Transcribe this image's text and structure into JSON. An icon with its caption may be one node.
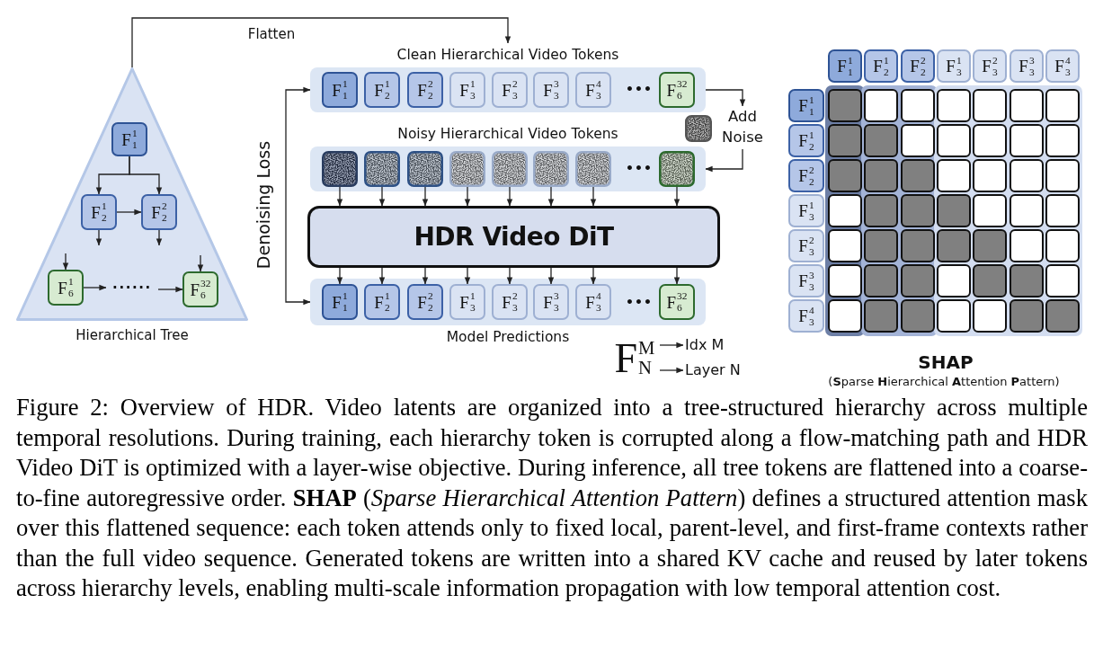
{
  "diagram": {
    "caption": "Figure 2: Overview of HDR. Video latents are organized into a tree-structured hierarchy across multiple temporal resolutions. During training, each hierarchy token is corrupted along a flow-matching path and HDR Video DiT is optimized with a layer-wise objective. During inference, all tree tokens are flattened into a coarse-to-fine autoregressive order. **SHAP** (*Sparse Hierarchical Attention Pattern*) defines a structured attention mask over this flattened sequence: each token attends only to fixed local, parent-level, and first-frame contexts rather than the full video sequence. Generated tokens are written into a shared KV cache and reused by later tokens across hierarchy levels, enabling multi-scale information propagation with low temporal attention cost.",
    "nodes": [
      {
        "text": [
          "Hierarchical Tree"
        ]
      },
      {
        "text": [
          "F$^{1}$$_{1}$"
        ],
        "in": 0
      },
      {
        "text": [
          "F$^{1}$$_{2}$"
        ],
        "in": 0
      },
      {
        "text": [
          "F$^{2}$$_{2}$"
        ],
        "in": 0
      },
      {
        "text": [
          "F$^{1}$$_{6}$"
        ],
        "in": 0
      },
      {
        "text": [
          "......"
        ],
        "in": 0
      },
      {
        "text": [
          "F$^{32}$$_{6}$"
        ],
        "in": 0
      },
      {
        "text": [
          "Clean Hierarchical Video Tokens"
        ]
      },
      {
        "text": [
          "F$^{1}$$_{1}$"
        ],
        "in": 7
      },
      {
        "text": [
          "F$^{1}$$_{2}$"
        ],
        "in": 7
      },
      {
        "text": [
          "F$^{2}$$_{2}$"
        ],
        "in": 7
      },
      {
        "text": [
          "F$^{1}$$_{3}$"
        ],
        "in": 7
      },
      {
        "text": [
          "F$^{2}$$_{3}$"
        ],
        "in": 7
      },
      {
        "text": [
          "F$^{3}$$_{3}$"
        ],
        "in": 7
      },
      {
        "text": [
          "F$^{4}$$_{3}$"
        ],
        "in": 7
      },
      {
        "text": [
          "F$^{32}$$_{6}$"
        ],
        "in": 7
      },
      {
        "text": [
          "Noisy Hierarchical Video Tokens"
        ]
      },
      {
        "text": [],
        "shape": "box",
        "in": 16
      },
      {
        "text": [],
        "shape": "box",
        "in": 16
      },
      {
        "text": [],
        "shape": "box",
        "in": 16
      },
      {
        "text": [],
        "shape": "box",
        "in": 16
      },
      {
        "text": [],
        "shape": "box",
        "in": 16
      },
      {
        "text": [],
        "shape": "box",
        "in": 16
      },
      {
        "text": [],
        "shape": "box",
        "in": 16
      },
      {
        "text": [],
        "shape": "box",
        "in": 16
      },
      {
        "text": [
          "Add Noise"
        ]
      },
      {
        "text": [
          "HDR Video DiT"
        ]
      },
      {
        "text": [
          "Model Predictions"
        ]
      },
      {
        "text": [
          "F$^{1}$$_{1}$"
        ],
        "in": 27
      },
      {
        "text": [
          "F$^{1}$$_{2}$"
        ],
        "in": 27
      },
      {
        "text": [
          "F$^{2}$$_{2}$"
        ],
        "in": 27
      },
      {
        "text": [
          "F$^{1}$$_{3}$"
        ],
        "in": 27
      },
      {
        "text": [
          "F$^{2}$$_{3}$"
        ],
        "in": 27
      },
      {
        "text": [
          "F$^{3}$$_{3}$"
        ],
        "in": 27
      },
      {
        "text": [
          "F$^{4}$$_{3}$"
        ],
        "in": 27
      },
      {
        "text": [
          "F$^{32}$$_{6}$"
        ],
        "in": 27
      },
      {
        "text": [
          "F$^{M}$$_{N}$"
        ]
      },
      {
        "text": [
          "Idx M"
        ]
      },
      {
        "text": [
          "Layer N"
        ]
      },
      {
        "text": [
          "F$^{1}$$_{1}$"
        ]
      },
      {
        "text": [
          "F$^{1}$$_{2}$"
        ]
      },
      {
        "text": [
          "F$^{2}$$_{2}$"
        ]
      },
      {
        "text": [
          "F$^{1}$$_{3}$"
        ]
      },
      {
        "text": [
          "F$^{2}$$_{3}$"
        ]
      },
      {
        "text": [
          "F$^{3}$$_{3}$"
        ]
      },
      {
        "text": [
          "F$^{4}$$_{3}$"
        ]
      },
      {
        "text": [
          "F$^{1}$$_{1}$"
        ]
      },
      {
        "text": [],
        "shape": "box"
      },
      {
        "text": [],
        "shape": "box"
      },
      {
        "text": [],
        "shape": "box"
      },
      {
        "text": [],
        "shape": "box"
      },
      {
        "text": [],
        "shape": "box"
      },
      {
        "text": [],
        "shape": "box"
      },
      {
        "text": [],
        "shape": "box"
      },
      {
        "text": [
          "F$^{1}$$_{2}$"
        ]
      },
      {
        "text": [],
        "shape": "box"
      },
      {
        "text": [],
        "shape": "box"
      },
      {
        "text": [],
        "shape": "box"
      },
      {
        "text": [],
        "shape": "box"
      },
      {
        "text": [],
        "shape": "box"
      },
      {
        "text": [],
        "shape": "box"
      },
      {
        "text": [],
        "shape": "box"
      },
      {
        "text": [
          "F$^{2}$$_{2}$"
        ]
      },
      {
        "text": [],
        "shape": "box"
      },
      {
        "text": [],
        "shape": "box"
      },
      {
        "text": [],
        "shape": "box"
      },
      {
        "text": [],
        "shape": "box"
      },
      {
        "text": [],
        "shape": "box"
      },
      {
        "text": [],
        "shape": "box"
      },
      {
        "text": [],
        "shape": "box"
      },
      {
        "text": [
          "F$^{1}$$_{3}$"
        ]
      },
      {
        "text": [],
        "shape": "box"
      },
      {
        "text": [],
        "shape": "box"
      },
      {
        "text": [],
        "shape": "box"
      },
      {
        "text": [],
        "shape": "box"
      },
      {
        "text": [],
        "shape": "box"
      },
      {
        "text": [],
        "shape": "box"
      },
      {
        "text": [],
        "shape": "box"
      },
      {
        "text": [
          "F$^{2}$$_{3}$"
        ]
      },
      {
        "text": [],
        "shape": "box"
      },
      {
        "text": [],
        "shape": "box"
      },
      {
        "text": [],
        "shape": "box"
      },
      {
        "text": [],
        "shape": "box"
      },
      {
        "text": [],
        "shape": "box"
      },
      {
        "text": [],
        "shape": "box"
      },
      {
        "text": [],
        "shape": "box"
      },
      {
        "text": [
          "F$^{3}$$_{3}$"
        ]
      },
      {
        "text": [],
        "shape": "box"
      },
      {
        "text": [],
        "shape": "box"
      },
      {
        "text": [],
        "shape": "box"
      },
      {
        "text": [],
        "shape": "box"
      },
      {
        "text": [],
        "shape": "box"
      },
      {
        "text": [],
        "shape": "box"
      },
      {
        "text": [],
        "shape": "box"
      },
      {
        "text": [
          "F$^{4}$$_{3}$"
        ]
      },
      {
        "text": [],
        "shape": "box"
      },
      {
        "text": [],
        "shape": "box"
      },
      {
        "text": [],
        "shape": "box"
      },
      {
        "text": [],
        "shape": "box"
      },
      {
        "text": [],
        "shape": "box"
      },
      {
        "text": [],
        "shape": "box"
      },
      {
        "text": [],
        "shape": "box"
      }
    ],
    "edges": [
      {
        "from": 0,
        "to": 7,
        "arrow": "to",
        "label": "Flatten"
      },
      {
        "from": 1,
        "to": 2,
        "arrow": "to"
      },
      {
        "from": 1,
        "to": 3,
        "arrow": "to"
      },
      {
        "from": 2,
        "to": 3,
        "arrow": "to"
      },
      {
        "from": 2,
        "to": null,
        "arrow": "to"
      },
      {
        "from": 3,
        "to": null,
        "arrow": "to"
      },
      {
        "from": null,
        "to": 4,
        "arrow": "to"
      },
      {
        "from": null,
        "to": 6,
        "arrow": "to"
      },
      {
        "from": 4,
        "to": 5,
        "arrow": "to"
      },
      {
        "from": 5,
        "to": 6,
        "arrow": "to"
      },
      {
        "from": 7,
        "to": 27,
        "arrow": "both",
        "label": "Denoising Loss"
      },
      {
        "from": 7,
        "to": 25,
        "arrow": "to"
      },
      {
        "from": 25,
        "to": 16,
        "arrow": "to"
      },
      {
        "from": 17,
        "to": 26,
        "arrow": "to"
      },
      {
        "from": 18,
        "to": 26,
        "arrow": "to"
      },
      {
        "from": 19,
        "to": 26,
        "arrow": "to"
      },
      {
        "from": 20,
        "to": 26,
        "arrow": "to"
      },
      {
        "from": 21,
        "to": 26,
        "arrow": "to"
      },
      {
        "from": 22,
        "to": 26,
        "arrow": "to"
      },
      {
        "from": 23,
        "to": 26,
        "arrow": "to"
      },
      {
        "from": 24,
        "to": 26,
        "arrow": "to"
      },
      {
        "from": 26,
        "to": 28,
        "arrow": "to"
      },
      {
        "from": 26,
        "to": 29,
        "arrow": "to"
      },
      {
        "from": 26,
        "to": 30,
        "arrow": "to"
      },
      {
        "from": 26,
        "to": 31,
        "arrow": "to"
      },
      {
        "from": 26,
        "to": 32,
        "arrow": "to"
      },
      {
        "from": 26,
        "to": 33,
        "arrow": "to"
      },
      {
        "from": 26,
        "to": 34,
        "arrow": "to"
      },
      {
        "from": 26,
        "to": 35,
        "arrow": "to"
      },
      {
        "from": 36,
        "to": 37,
        "arrow": "to"
      },
      {
        "from": 36,
        "to": 38,
        "arrow": "to"
      }
    ],
    "labels": [
      "•••",
      "•••",
      "•••",
      "SHAP",
      "(**S**parse **H**ierarchical **A**ttention **P**attern)"
    ]
  }
}
